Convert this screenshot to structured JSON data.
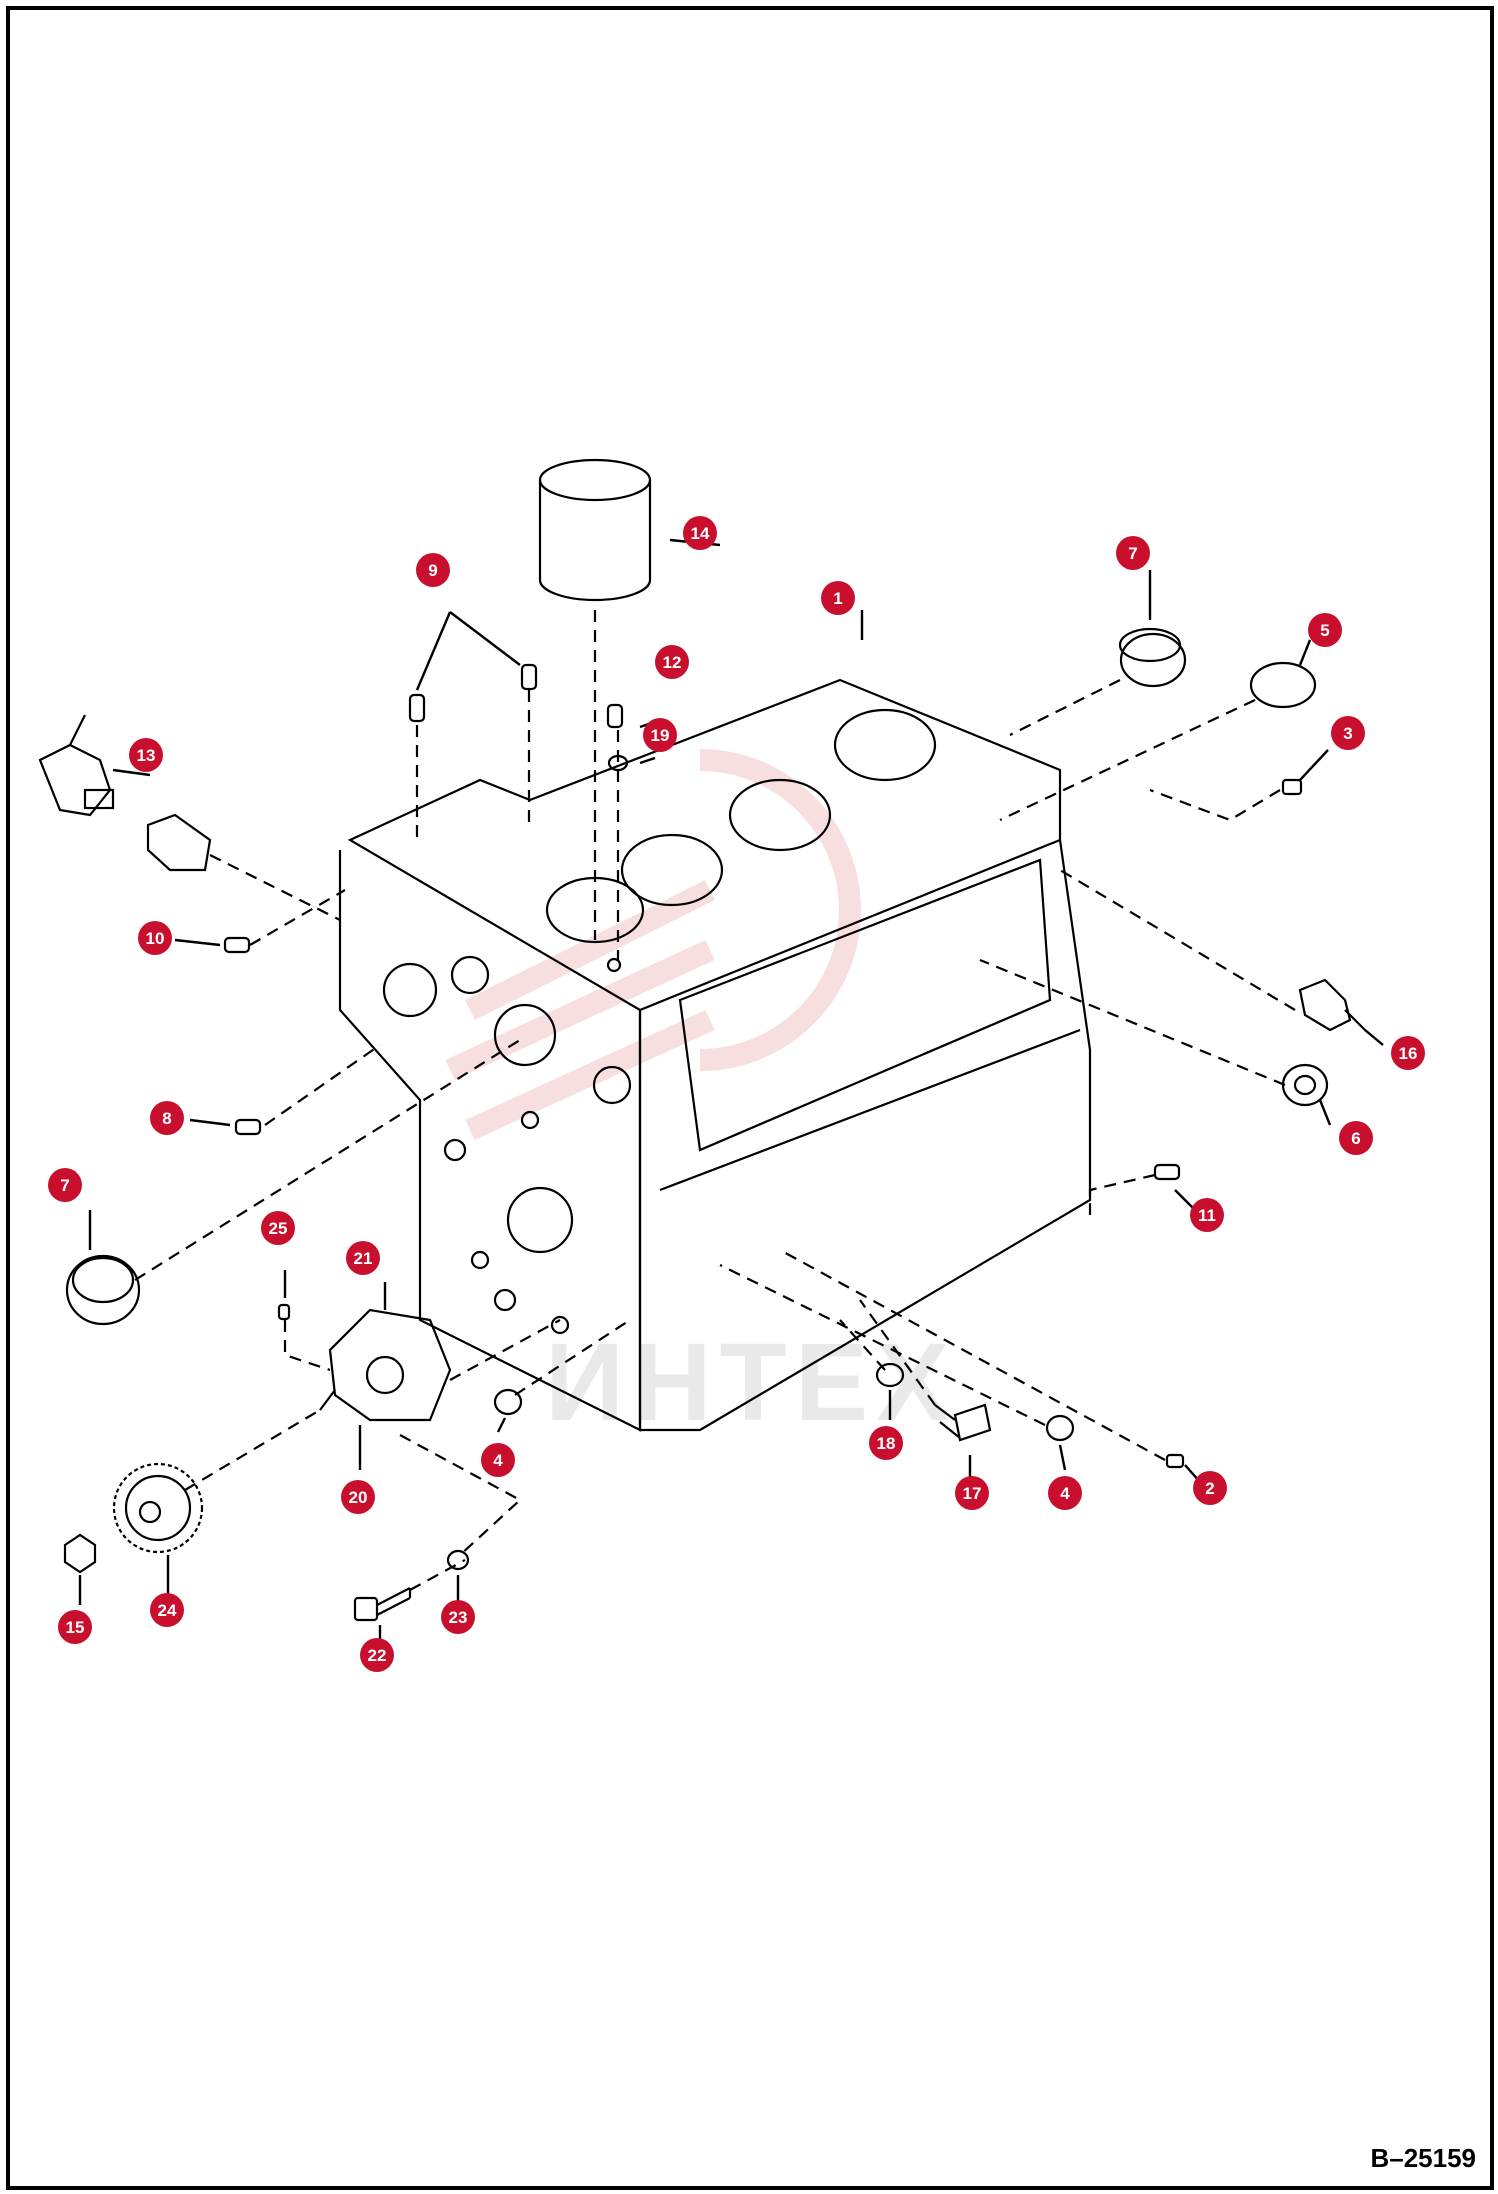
{
  "figure_code": "B–25159",
  "watermark": "ИНТЕХ",
  "callouts": [
    {
      "id": "c1",
      "label": "1"
    },
    {
      "id": "c2",
      "label": "2"
    },
    {
      "id": "c3",
      "label": "3"
    },
    {
      "id": "c4a",
      "label": "4"
    },
    {
      "id": "c4b",
      "label": "4"
    },
    {
      "id": "c5",
      "label": "5"
    },
    {
      "id": "c6",
      "label": "6"
    },
    {
      "id": "c7a",
      "label": "7"
    },
    {
      "id": "c7b",
      "label": "7"
    },
    {
      "id": "c8",
      "label": "8"
    },
    {
      "id": "c9",
      "label": "9"
    },
    {
      "id": "c10",
      "label": "10"
    },
    {
      "id": "c11",
      "label": "11"
    },
    {
      "id": "c12",
      "label": "12"
    },
    {
      "id": "c13",
      "label": "13"
    },
    {
      "id": "c14",
      "label": "14"
    },
    {
      "id": "c15",
      "label": "15"
    },
    {
      "id": "c16",
      "label": "16"
    },
    {
      "id": "c17",
      "label": "17"
    },
    {
      "id": "c18",
      "label": "18"
    },
    {
      "id": "c19",
      "label": "19"
    },
    {
      "id": "c20",
      "label": "20"
    },
    {
      "id": "c21",
      "label": "21"
    },
    {
      "id": "c22",
      "label": "22"
    },
    {
      "id": "c23",
      "label": "23"
    },
    {
      "id": "c24",
      "label": "24"
    },
    {
      "id": "c25",
      "label": "25"
    }
  ],
  "colors": {
    "callout": "#c8102e",
    "line": "#000000",
    "watermark": "#d8d8d8"
  }
}
